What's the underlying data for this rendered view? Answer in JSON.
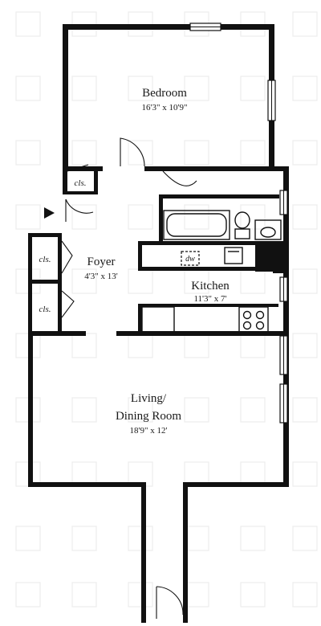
{
  "rooms": {
    "bedroom": {
      "name": "Bedroom",
      "dims": "16'3\" x 10'9\""
    },
    "foyer": {
      "name": "Foyer",
      "dims": "4'3\" x 13'"
    },
    "kitchen": {
      "name": "Kitchen",
      "dims": "11'3\" x 7'"
    },
    "living": {
      "name_line1": "Living/",
      "name_line2": "Dining Room",
      "dims": "18'9\" x 12'"
    }
  },
  "closets": {
    "cls_label": "cls."
  },
  "appliances": {
    "dw_label": "dw"
  },
  "icons": {
    "entry_marker": "triangle-right-icon",
    "watermark": "building-watermark-icon"
  },
  "colors": {
    "wall": "#111111",
    "background": "#ffffff",
    "watermark": "#ececec"
  }
}
